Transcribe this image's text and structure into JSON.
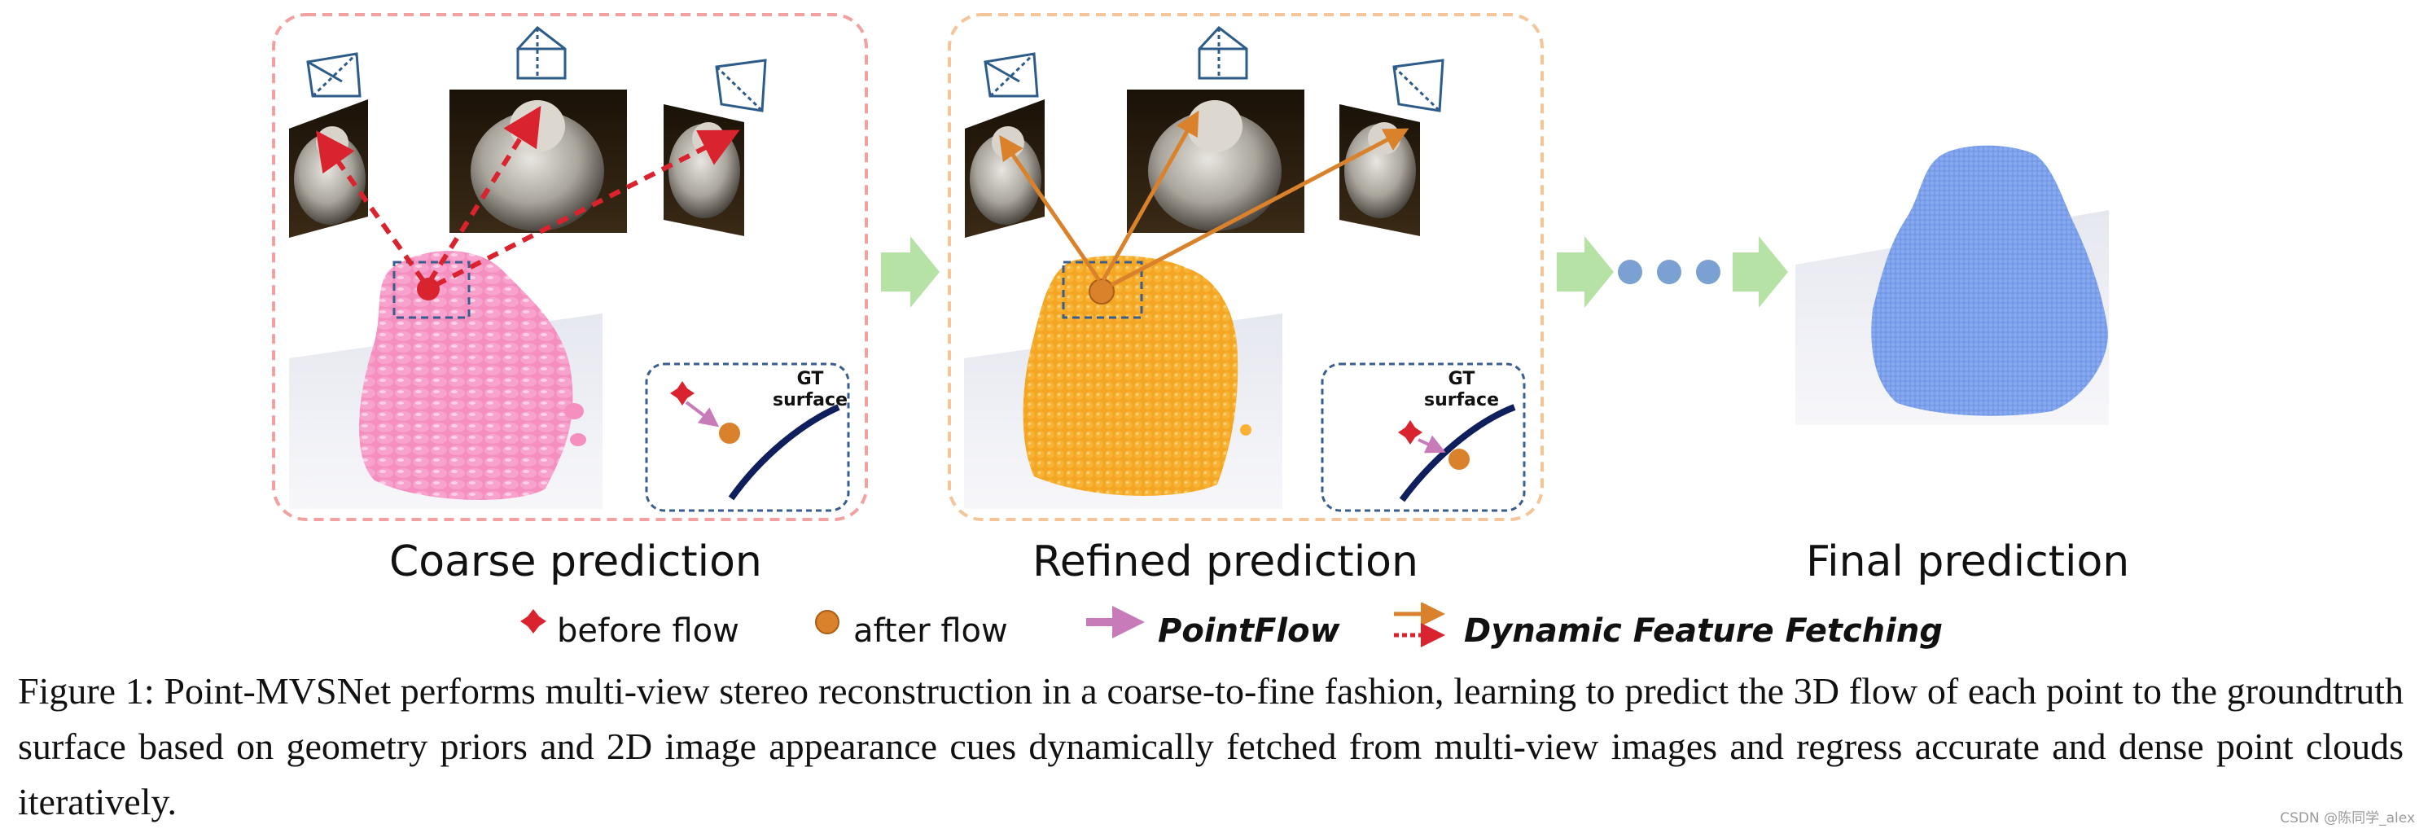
{
  "panels": {
    "coarse": {
      "label": "Coarse prediction"
    },
    "refined": {
      "label": "Refined prediction"
    },
    "final": {
      "label": "Final prediction"
    }
  },
  "inset": {
    "gt_line1": "GT",
    "gt_line2": "surface"
  },
  "legend": {
    "before_flow": "before flow",
    "after_flow": "after flow",
    "pointflow": "PointFlow",
    "dynamic_feature_fetching": "Dynamic Feature Fetching"
  },
  "caption": "Figure 1: Point-MVSNet performs multi-view stereo reconstruction in a coarse-to-fine fashion, learning to predict the 3D flow of each point to the groundtruth surface based on geometry priors and 2D image appearance cues dynamically fetched from multi-view images and regress accurate and dense point clouds iteratively.",
  "watermark": "CSDN @陈同学_alex",
  "colors": {
    "coarse_border": "#f2a0a0",
    "refined_border": "#f5c59a",
    "coarse_cloud": "#f58fc0",
    "refined_cloud": "#f9b233",
    "final_cloud": "#7fa6ee",
    "red_arrow": "#d9232e",
    "orange_arrow": "#d9822b",
    "pointflow_arrow": "#c77bb8",
    "dot_blue": "#7aa1d2",
    "progress_arrow": "#b6e2a5",
    "inset_border": "#3a5d8f",
    "surface_curve": "#0f1f5e"
  }
}
